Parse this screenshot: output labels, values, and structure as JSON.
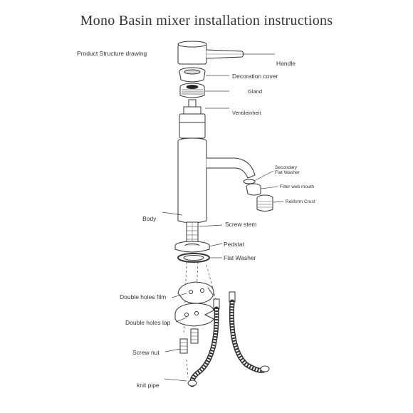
{
  "title": "Mono Basin mixer installation instructions",
  "subtitle": "Product Structure drawing",
  "labels": {
    "handle": "Handle",
    "decoration_cover": "Decoration cover",
    "gland": "Gland",
    "ventileinheit": "Ventileinheit",
    "secondary_flat_washer_1": "Secondary",
    "secondary_flat_washer_2": "Flat Washer",
    "filter_web_mouth": "Filter web mouth",
    "reliform_crust": "Reliform Crust",
    "body": "Body",
    "screw_stem": "Screw stem",
    "pedstat": "Pedstat",
    "flat_washer": "Flat Washer",
    "double_holes_film": "Double holes film",
    "double_holes_lap": "Double holes lap",
    "screw_nut": "Screw nut",
    "knit_pipe": "knit pipe"
  }
}
